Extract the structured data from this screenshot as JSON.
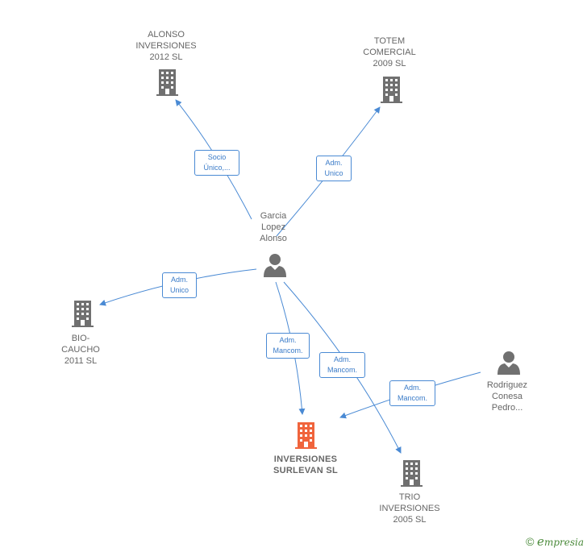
{
  "nodes": {
    "alonso": {
      "label": "ALONSO\nINVERSIONES\n2012 SL",
      "icon": "building-icon",
      "color": "#707070"
    },
    "totem": {
      "label": "TOTEM\nCOMERCIAL\n2009 SL",
      "icon": "building-icon",
      "color": "#707070"
    },
    "garcia": {
      "label": "Garcia\nLopez\nAlonso",
      "icon": "person-icon",
      "color": "#707070"
    },
    "bio": {
      "label": "BIO-\nCAUCHO\n2011 SL",
      "icon": "building-icon",
      "color": "#707070"
    },
    "surlevan": {
      "label": "INVERSIONES\nSURLEVAN SL",
      "icon": "building-icon",
      "color": "#f0643c"
    },
    "trio": {
      "label": "TRIO\nINVERSIONES\n2005 SL",
      "icon": "building-icon",
      "color": "#707070"
    },
    "rodriguez": {
      "label": "Rodriguez\nConesa\nPedro...",
      "icon": "person-icon",
      "color": "#707070"
    }
  },
  "edges": {
    "e1": {
      "label": "Socio\nÚnico,..."
    },
    "e2": {
      "label": "Adm.\nUnico"
    },
    "e3": {
      "label": "Adm.\nUnico"
    },
    "e4": {
      "label": "Adm.\nMancom."
    },
    "e5": {
      "label": "Adm.\nMancom."
    },
    "e6": {
      "label": "Adm.\nMancom."
    }
  },
  "edge_color": "#4a8ad4",
  "footer": {
    "copyright_symbol": "©",
    "brand_initial": "e",
    "brand_rest": "mpresia"
  }
}
